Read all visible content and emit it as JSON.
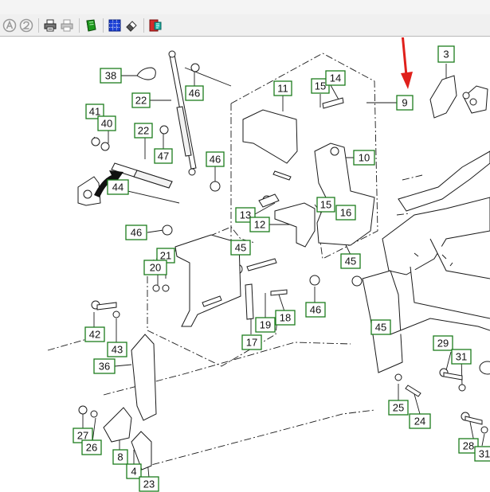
{
  "toolbar": {
    "buttons": [
      {
        "icon": "circle-a-icon"
      },
      {
        "icon": "circle-2-icon"
      },
      {
        "icon": "printer-icon"
      },
      {
        "icon": "printer-gray-icon"
      },
      {
        "icon": "green-book-icon"
      },
      {
        "icon": "blue-grid-icon"
      },
      {
        "icon": "eraser-icon"
      },
      {
        "icon": "red-toggle-icon"
      }
    ]
  },
  "diagram": {
    "callouts": [
      "38",
      "46",
      "22",
      "41",
      "40",
      "22",
      "47",
      "46",
      "44",
      "46",
      "11",
      "15",
      "14",
      "9",
      "10",
      "3",
      "13",
      "12",
      "15",
      "16",
      "45",
      "21",
      "20",
      "45",
      "46",
      "45",
      "42",
      "43",
      "19",
      "18",
      "17",
      "36",
      "29",
      "31",
      "25",
      "24",
      "27",
      "26",
      "8",
      "4",
      "23",
      "28",
      "31"
    ],
    "accent_colors": {
      "callout_border": "#1c7c1c",
      "arrow": "#e0201b"
    }
  }
}
